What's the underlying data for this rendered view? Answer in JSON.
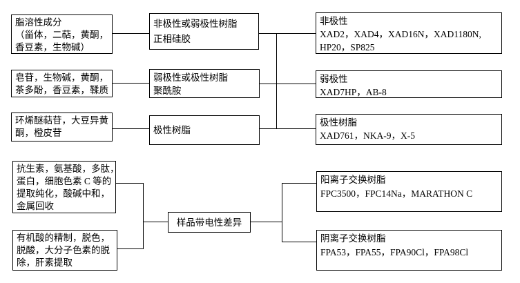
{
  "colors": {
    "background": "#ffffff",
    "border": "#000000",
    "text": "#000000"
  },
  "boxes": {
    "l1": {
      "lines": [
        "脂溶性成分",
        "（甾体，二萜，黄酮，",
        "香豆素，生物碱）"
      ]
    },
    "l2": {
      "lines": [
        "皂苷，生物碱，黄酮，",
        "茶多酚，香豆素，鞣质"
      ]
    },
    "l3": {
      "lines": [
        "环烯醚萜苷，大豆异黄",
        "酮，橙皮苷"
      ]
    },
    "l4": {
      "lines": [
        "抗生素，氨基酸，多肽，",
        "蛋白，细胞色素 C 等的",
        "提取纯化，酸碱中和，",
        "金属回收"
      ]
    },
    "l5": {
      "lines": [
        "有机酸的精制，脱色，",
        "脱酸，大分子色素的脱",
        "除，肝素提取"
      ]
    },
    "m1": {
      "lines": [
        "非极性或弱极性树脂",
        "正相硅胶"
      ]
    },
    "m2": {
      "lines": [
        "弱极性或极性树脂",
        "聚酰胺"
      ]
    },
    "m3": {
      "lines": [
        "极性树脂"
      ]
    },
    "m4": {
      "lines": [
        "样品带电性差异"
      ]
    },
    "r1": {
      "lines": [
        "非极性",
        "XAD2，XAD4，XAD16N，XAD1180N,",
        "HP20，SP825"
      ]
    },
    "r2": {
      "lines": [
        "弱极性",
        "XAD7HP，AB-8"
      ]
    },
    "r3": {
      "lines": [
        "极性树脂",
        "XAD761，NKA-9，X-5"
      ]
    },
    "r4": {
      "lines": [
        "阳离子交换树脂",
        "FPC3500，FPC14Na，MARATHON C"
      ]
    },
    "r5": {
      "lines": [
        "阴离子交换树脂",
        "FPA53，FPA55，FPA90Cl，FPA98Cl"
      ]
    }
  }
}
